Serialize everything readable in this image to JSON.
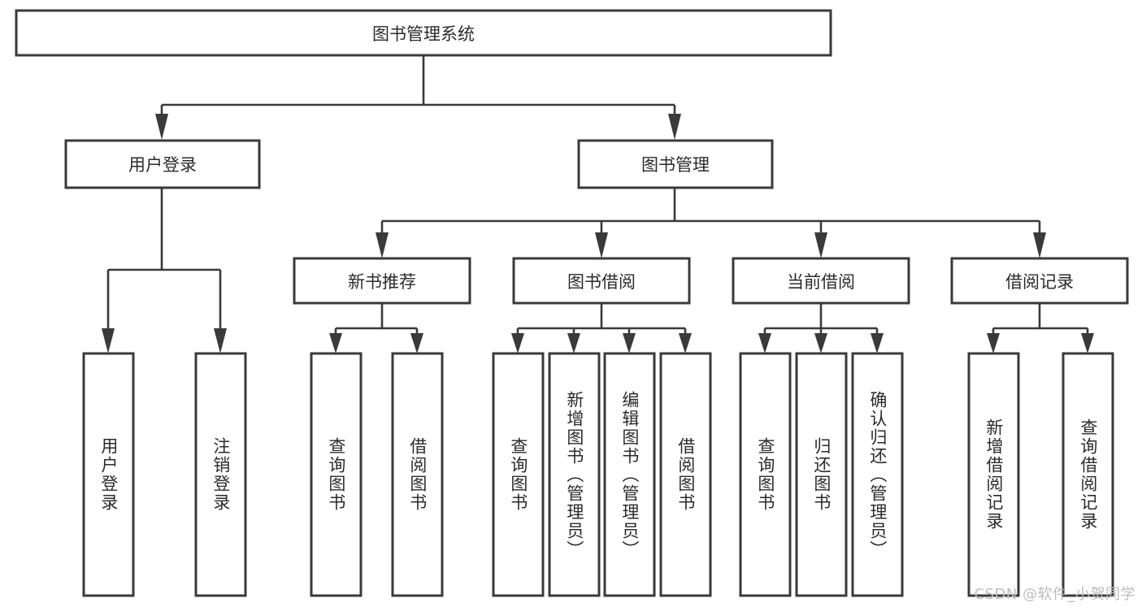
{
  "diagram": {
    "title": "图书管理系统",
    "type": "hierarchy-tree",
    "orientation": "top-down",
    "levels": 4,
    "colors": {
      "box_stroke": "#3a3a3a",
      "box_fill": "#ffffff",
      "text": "#2b2b2b",
      "connector": "#3a3a3a",
      "background": "#ffffff",
      "watermark": "#bcbcbc"
    },
    "root": {
      "label": "图书管理系统"
    },
    "level2": [
      {
        "id": "user-login",
        "label": "用户登录"
      },
      {
        "id": "book-management",
        "label": "图书管理"
      }
    ],
    "level3": [
      {
        "id": "new-book-recommend",
        "label": "新书推荐",
        "parent": "book-management"
      },
      {
        "id": "book-borrow",
        "label": "图书借阅",
        "parent": "book-management"
      },
      {
        "id": "current-borrow",
        "label": "当前借阅",
        "parent": "book-management"
      },
      {
        "id": "borrow-record",
        "label": "借阅记录",
        "parent": "book-management"
      }
    ],
    "leaves": {
      "user-login": [
        {
          "id": "leaf-user-login",
          "label": "用户登录"
        },
        {
          "id": "leaf-logout-login",
          "label": "注销登录"
        }
      ],
      "new-book-recommend": [
        {
          "id": "leaf-query-book-1",
          "label": "查询图书"
        },
        {
          "id": "leaf-borrow-book-1",
          "label": "借阅图书"
        }
      ],
      "book-borrow": [
        {
          "id": "leaf-query-book-2",
          "label": "查询图书"
        },
        {
          "id": "leaf-add-book",
          "label": "新增图书（管理员）"
        },
        {
          "id": "leaf-edit-book",
          "label": "编辑图书（管理员）"
        },
        {
          "id": "leaf-borrow-book-2",
          "label": "借阅图书"
        }
      ],
      "current-borrow": [
        {
          "id": "leaf-query-book-3",
          "label": "查询图书"
        },
        {
          "id": "leaf-return-book",
          "label": "归还图书"
        },
        {
          "id": "leaf-confirm-return",
          "label": "确认归还（管理员）"
        }
      ],
      "borrow-record": [
        {
          "id": "leaf-add-record",
          "label": "新增借阅记录"
        },
        {
          "id": "leaf-query-record",
          "label": "查询借阅记录"
        }
      ]
    }
  },
  "watermark": {
    "text": "CSDN @软件_小贺同学"
  }
}
